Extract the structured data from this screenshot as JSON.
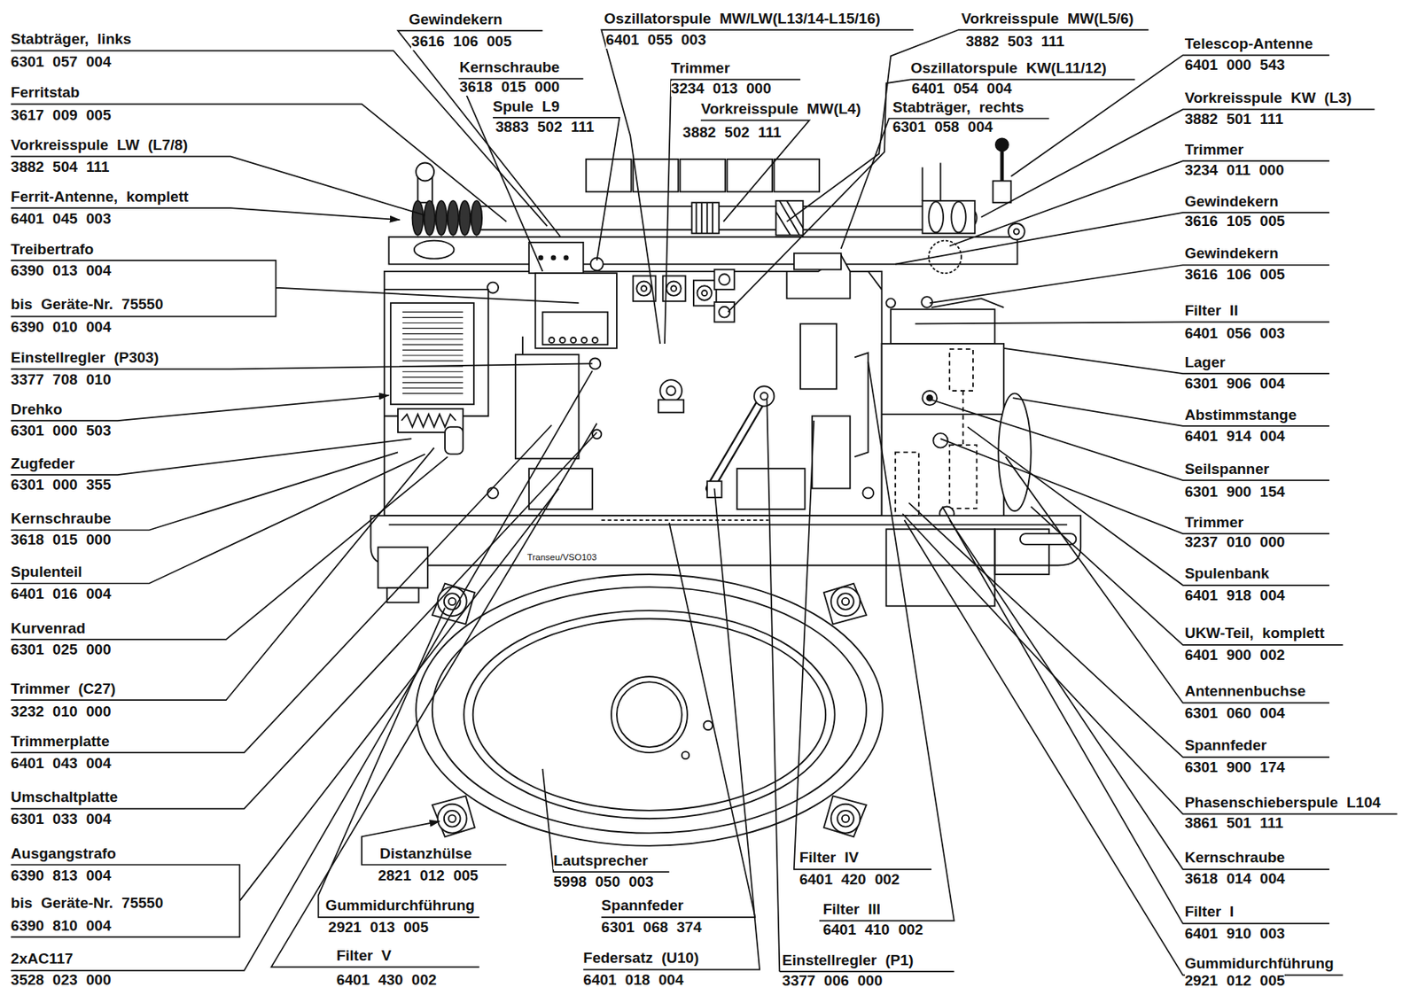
{
  "diagram": {
    "labels": [
      "Stabträger, links",
      "6301 057 004",
      "Ferritstab",
      "3617 009 005",
      "Vorkreisspule LW (L7/8)",
      "3882 504 111",
      "Ferrit-Antenne, komplett",
      "6401 045 003",
      "Treibertrafo",
      "6390 013 004",
      "bis Geräte-Nr. 75550",
      "6390 010 004",
      "Einstellregler (P303)",
      "3377 708 010",
      "Drehko",
      "6301 000 503",
      "Zugfeder",
      "6301 000 355",
      "Kernschraube",
      "3618 015 000",
      "Spulenteil",
      "6401 016 004",
      "Kurvenrad",
      "6301 025 000",
      "Trimmer (C27)",
      "3232 010 000",
      "Trimmerplatte",
      "6401 043 004",
      "Umschaltplatte",
      "6301 033 004",
      "Ausgangstrafo",
      "6390 813 004",
      "bis Geräte-Nr. 75550",
      "6390 810 004",
      "2xAC117",
      "3528 023 000",
      "Gewindekern",
      "3616 106 005",
      "Kernschraube",
      "3618 015 000",
      "Spule L9",
      "3883 502 111",
      "Oszillatorspule MW/LW(L13/14-L15/16)",
      "6401 055 003",
      "Trimmer",
      "3234 013 000",
      "Vorkreisspule MW(L4)",
      "3882 502 111",
      "Vorkreisspule MW(L5/6)",
      "3882 503 111",
      "Oszillatorspule KW(L11/12)",
      "6401 054 004",
      "Stabträger, rechts",
      "6301 058 004",
      "Telescop-Antenne",
      "6401 000 543",
      "Vorkreisspule KW (L3)",
      "3882 501 111",
      "Trimmer",
      "3234 011 000",
      "Gewindekern",
      "3616 105 005",
      "Gewindekern",
      "3616 106 005",
      "Filter II",
      "6401 056 003",
      "Lager",
      "6301 906 004",
      "Abstimmstange",
      "6401 914 004",
      "Seilspanner",
      "6301 900 154",
      "Trimmer",
      "3237 010 000",
      "Spulenbank",
      "6401 918 004",
      "UKW-Teil, komplett",
      "6401 900 002",
      "Antennenbuchse",
      "6301 060 004",
      "Spannfeder",
      "6301 900 174",
      "Phasenschieberspule L104",
      "3861 501 111",
      "Kernschraube",
      "3618 014 004",
      "Filter I",
      "6401 910 003",
      "Gummidurchführung",
      "2921 012 005",
      "Distanzhülse",
      "2821 012 005",
      "Gummidurchführung",
      "2921 013 005",
      "Filter V",
      "6401 430 002",
      "Lautsprecher",
      "5998 050 003",
      "Spannfeder",
      "6301 068 374",
      "Federsatz (U10)",
      "6401 018 004",
      "Filter IV",
      "6401 420 002",
      "Filter III",
      "6401 410 002",
      "Einstellregler (P1)",
      "3377 006 000",
      "Transeu/VSO103"
    ]
  }
}
